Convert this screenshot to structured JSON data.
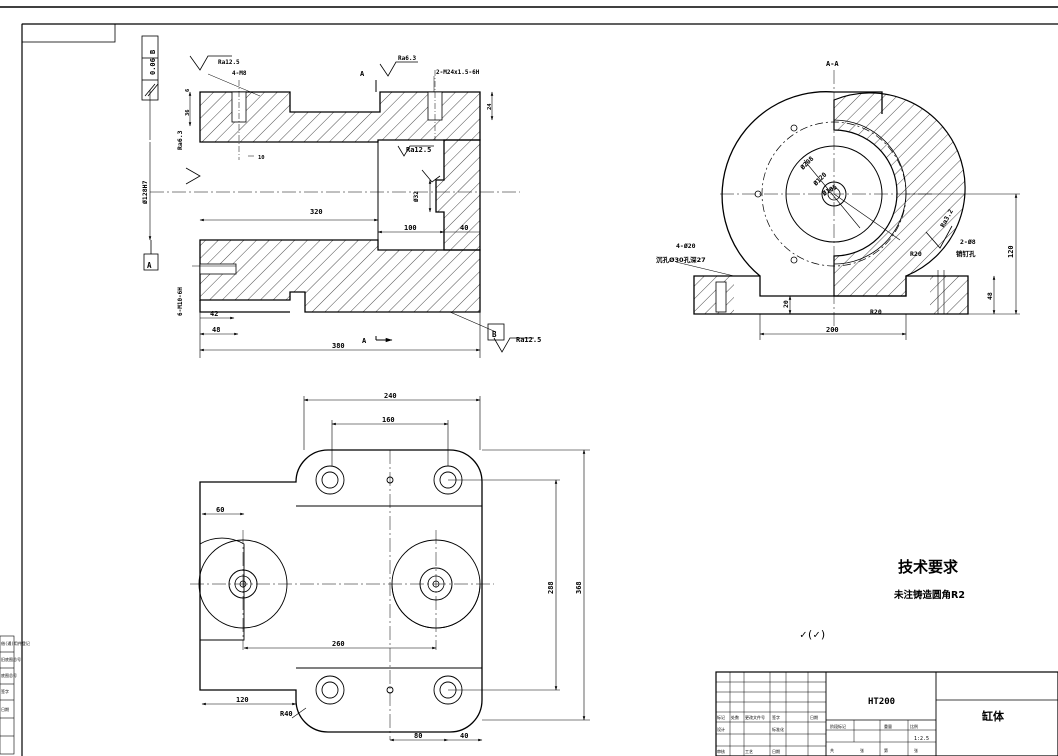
{
  "colors": {
    "line": "#000000",
    "background": "#ffffff"
  },
  "view_front": {
    "datum_a": "A",
    "datum_b": "B",
    "tolerance_value": "0.06",
    "tolerance_datum": "B",
    "rough_tl": "Ra12.5",
    "rough_thread_tl": "4-M8",
    "rough_top": "Ra6.3",
    "thread_callout": "2-M24x1.5-6H",
    "rough_left": "Ra6.3",
    "rough_cavity": "Ra12.5",
    "rough_bottom": "Ra12.5",
    "bore": "Ø128H7",
    "thread_bottom": "6-M10-6H",
    "dim_320": "320",
    "dim_100": "100",
    "dim_40": "40",
    "dim_380": "380",
    "dim_42": "42",
    "dim_48": "48",
    "dim_36": "36",
    "dim_6": "6",
    "dim_24": "24",
    "dim_phi32": "Ø32",
    "dim_10": "10",
    "section_mark": "A"
  },
  "view_section": {
    "title": "A-A",
    "d208": "Ø208",
    "d120": "Ø120",
    "d105": "Ø105",
    "rough": "Ra3.2",
    "pin_holes": "2-Ø8",
    "pin_note": "销钉孔",
    "holes_label": "4-Ø20",
    "holes_note": "沉孔Ø30孔深27",
    "r20_right": "R20",
    "r20_bottom": "R20",
    "dim_20": "20",
    "dim_200": "200",
    "dim_120": "120",
    "dim_48": "48"
  },
  "view_top": {
    "dim_240": "240",
    "dim_160": "160",
    "dim_60": "60",
    "dim_260": "260",
    "dim_120": "120",
    "r40": "R40",
    "dim_80": "80",
    "dim_40": "40",
    "dim_288": "288",
    "dim_368": "368"
  },
  "notes": {
    "title": "技术要求",
    "line1": "未注铸造圆角R2",
    "symbol": "✓(✓)"
  },
  "title_block": {
    "material": "HT200",
    "part_name": "缸体",
    "scale": "1:2.5",
    "headers": [
      "标记",
      "处数",
      "更改文件号",
      "签字",
      "日期"
    ],
    "headers2": [
      "阶段标记",
      "重量",
      "比例"
    ],
    "headers3": [
      "设计",
      "标准化",
      "共",
      "张",
      "第",
      "张",
      "审核",
      "工艺",
      "日期"
    ]
  },
  "left_margin": [
    "借(通)用件登记",
    "旧底图总号",
    "底图总号",
    "签字",
    "日期"
  ]
}
